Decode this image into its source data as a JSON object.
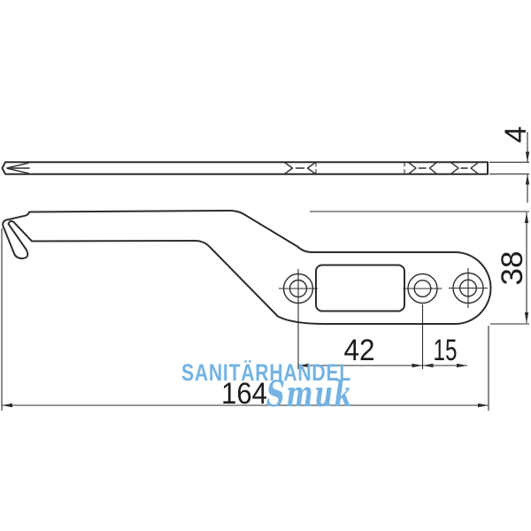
{
  "title": "Technical drawing of a hardware lever arm (two views)",
  "colors": {
    "line": "#2d2d2d",
    "background": "#ffffff",
    "watermark_blue": "#74b3e2"
  },
  "views": {
    "top_view": {
      "description": "thin profile view, 4 mm material thickness"
    },
    "side_view": {
      "description": "side view of hooked lever with three countersunk holes and slot"
    }
  },
  "dimensions": {
    "thickness": {
      "label": "4"
    },
    "height": {
      "label": "38"
    },
    "spacing_hole1_hole2": {
      "label": "42"
    },
    "spacing_hole2_hole3": {
      "label": "15"
    },
    "total_length": {
      "label": "164"
    }
  },
  "watermark": {
    "line1": "SANITÄRHANDEL",
    "line2": "Smuk"
  }
}
